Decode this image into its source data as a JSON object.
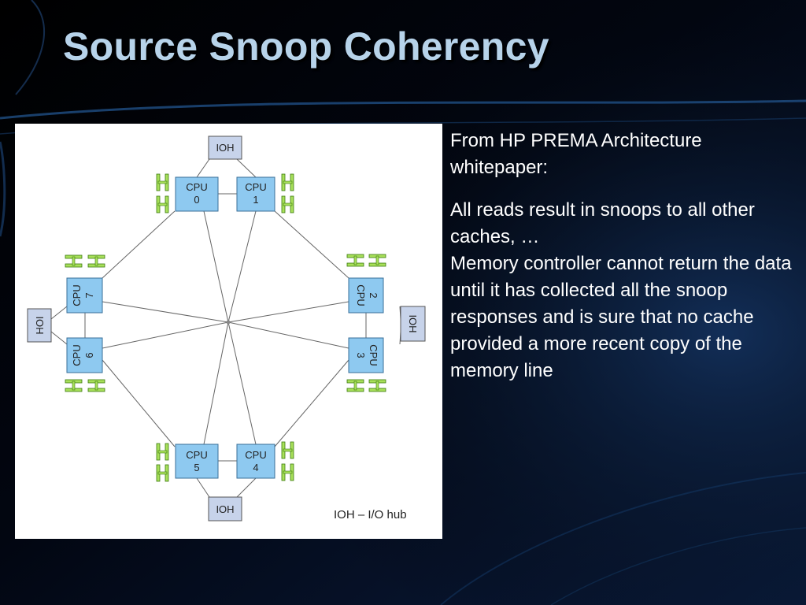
{
  "slide": {
    "title": "Source Snoop Coherency",
    "source_note": "From HP PREMA Architecture whitepaper:",
    "paragraph_1": "All reads result in snoops to all other caches, …",
    "paragraph_2": "Memory controller cannot return the data until it has collected all the snoop responses and is sure that no cache provided a more recent copy of the memory line"
  },
  "diagram": {
    "legend": "IOH – I/O hub",
    "ioh_label": "IOH",
    "cpus": [
      {
        "id": "cpu-0",
        "label_top": "CPU",
        "label_bottom": "0"
      },
      {
        "id": "cpu-1",
        "label_top": "CPU",
        "label_bottom": "1"
      },
      {
        "id": "cpu-2",
        "label_top": "CPU",
        "label_bottom": "2"
      },
      {
        "id": "cpu-3",
        "label_top": "CPU",
        "label_bottom": "3"
      },
      {
        "id": "cpu-4",
        "label_top": "CPU",
        "label_bottom": "4"
      },
      {
        "id": "cpu-5",
        "label_top": "CPU",
        "label_bottom": "5"
      },
      {
        "id": "cpu-6",
        "label_top": "CPU",
        "label_bottom": "6"
      },
      {
        "id": "cpu-7",
        "label_top": "CPU",
        "label_bottom": "7"
      }
    ],
    "colors": {
      "cpu_fill": "#8ec9f0",
      "ioh_fill": "#c7d3ea",
      "dimm_fill": "#a8e05a",
      "link": "#666666"
    }
  }
}
